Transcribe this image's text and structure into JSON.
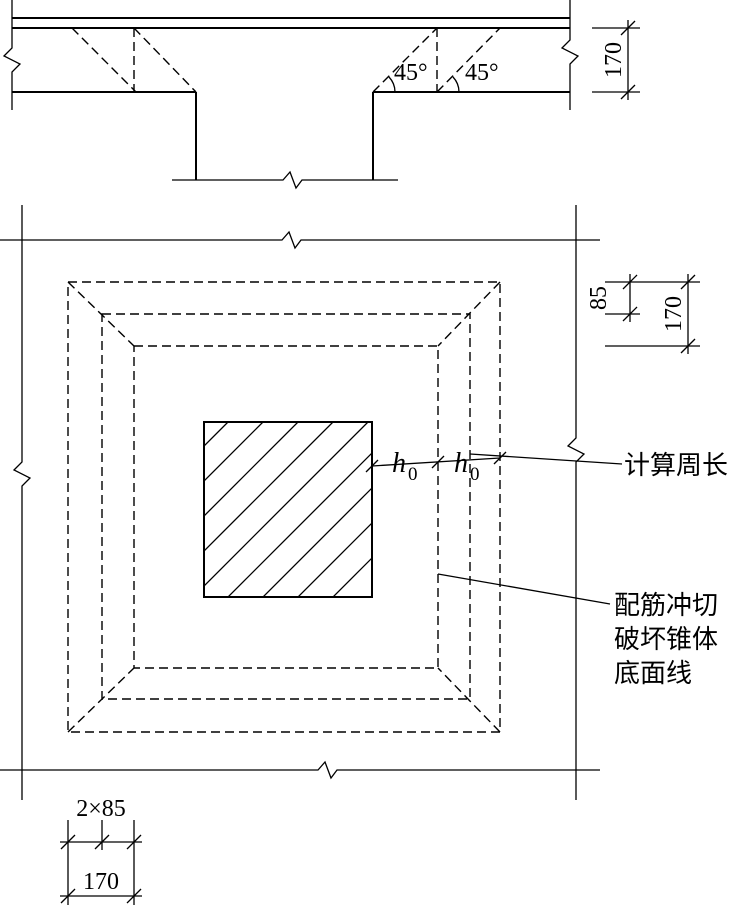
{
  "section": {
    "angle_left": "45°",
    "angle_right": "45°",
    "slab_thickness": "170"
  },
  "plan": {
    "dim_offset_85": "85",
    "dim_offset_170": "170",
    "h0_symbol": "h",
    "h0_subscript": "0",
    "label_perimeter": "计算周长",
    "label_cone_line1": "配筋冲切",
    "label_cone_line2": "破坏锥体",
    "label_cone_line3": "底面线",
    "bottom_dim_top": "2×85",
    "bottom_dim_bottom": "170"
  }
}
